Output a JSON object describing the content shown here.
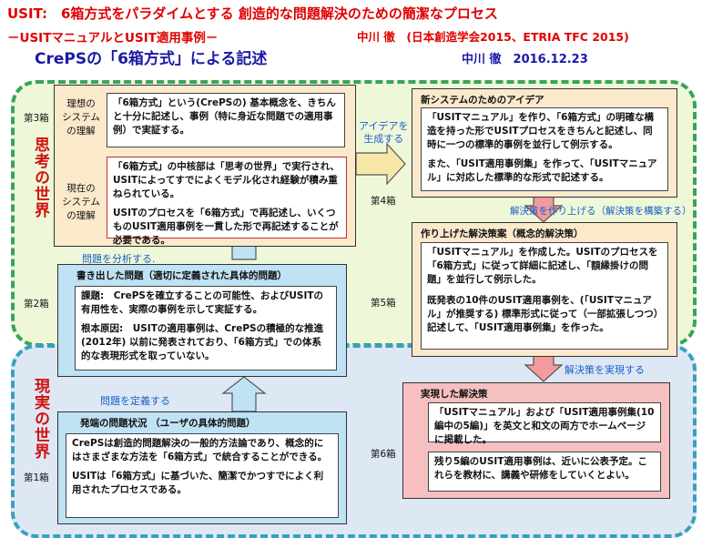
{
  "header": {
    "title": "USIT:　6箱方式をパラダイムとする 創造的な問題解決のための簡潔なプロセス",
    "subtitle": "－USITマニュアルとUSIT適用事例－",
    "author_affil": "中川 徹　(日本創造学会2015、ETRIA TFC 2015)",
    "section_title": "CrePSの「6箱方式」による記述",
    "author_date": "中川 徹　2016.12.23"
  },
  "regions": {
    "think": "思考の世界",
    "real": "現実の世界"
  },
  "levels": {
    "box1": "第1箱",
    "box2": "第2箱",
    "box3": "第3箱",
    "box4": "第4箱",
    "box5": "第5箱",
    "box6": "第6箱"
  },
  "arrows": {
    "define": "問題を定義する",
    "analyze": "問題を分析する.",
    "generate": "アイデアを\n生成する",
    "build": "解決策を作り上げる（解決策を構築する）",
    "realize": "解決策を実現する"
  },
  "box3": {
    "ideal_label": "理想の\nシステム\nの理解",
    "current_label": "現在の\nシステム\nの理解",
    "ideal_text": "「6箱方式」という(CrePSの) 基本概念を、きちんと十分に記述し、事例（特に身近な問題での適用事例）で実証する。",
    "current_text_1": "「6箱方式」の中核部は「思考の世界」で実行され、USITによってすでによくモデル化され経験が積み重ねられている。",
    "current_text_2": "USITのプロセスを「6箱方式」で再記述し、いくつものUSIT適用事例を一貫した形で再記述することが必要である。"
  },
  "box2": {
    "title": "書き出した問題（適切に定義された具体的問題）",
    "task": "課題:　CrePSを確立することの可能性、およびUSITの有用性を、実際の事例を示して実証する。",
    "cause": "根本原因:　USITの適用事例は、CrePSの積極的な推進(2012年) 以前に発表されており、「6箱方式」での体系的な表現形式を取っていない。"
  },
  "box1": {
    "title": "発端の問題状況 （ユーザの具体的問題）",
    "text_1": "CrePSは創造的問題解決の一般的方法論であり、概念的にはさまざまな方法を「6箱方式」で統合することができる。",
    "text_2": "USITは「6箱方式」に基づいた、簡潔でかつすでによく利用されたプロセスである。"
  },
  "box4": {
    "title": "新システムのためのアイデア",
    "text_1": "「USITマニュアル」を作り、「6箱方式」の明確な構造を持った形でUSITプロセスをきちんと記述し、同時に一つの標準的事例を並行して例示する。",
    "text_2": "また、「USIT適用事例集」を作って、「USITマニュアル」に対応した標準的な形式で記述する。"
  },
  "box5": {
    "title": "作り上げた解決策案（概念的解決策）",
    "text_1": "「USITマニュアル」を作成した。USITのプロセスを「6箱方式」に従って詳細に記述し、「額縁掛けの問題」を並行して例示した。",
    "text_2": "既発表の10件のUSIT適用事例を、(「USITマニュアル」が推奨する) 標準形式に従って（一部拡張しつつ）記述して、「USIT適用事例集」を作った。"
  },
  "box6": {
    "title": "実現した解決策",
    "text_1": "「USITマニュアル」および「USIT適用事例集(10編中の5編)」を英文と和文の両方でホームページに掲載した。",
    "text_2": "残り5編のUSIT適用事例は、近いに公表予定。これらを教材に、講義や研修をしていくとよい。"
  },
  "colors": {
    "think_region": "#eef8d8",
    "real_region": "#dde8f4",
    "box3": "#fbe9cc",
    "box2": "#bfe2f4",
    "box1": "#bfe2f4",
    "box4": "#fbe9cc",
    "box5": "#fbe9cc",
    "box6": "#f6c0c0",
    "arrow_up": "#bfe2f4",
    "arrow_right": "#f6e7a6",
    "arrow_down": "#f29aa0"
  }
}
